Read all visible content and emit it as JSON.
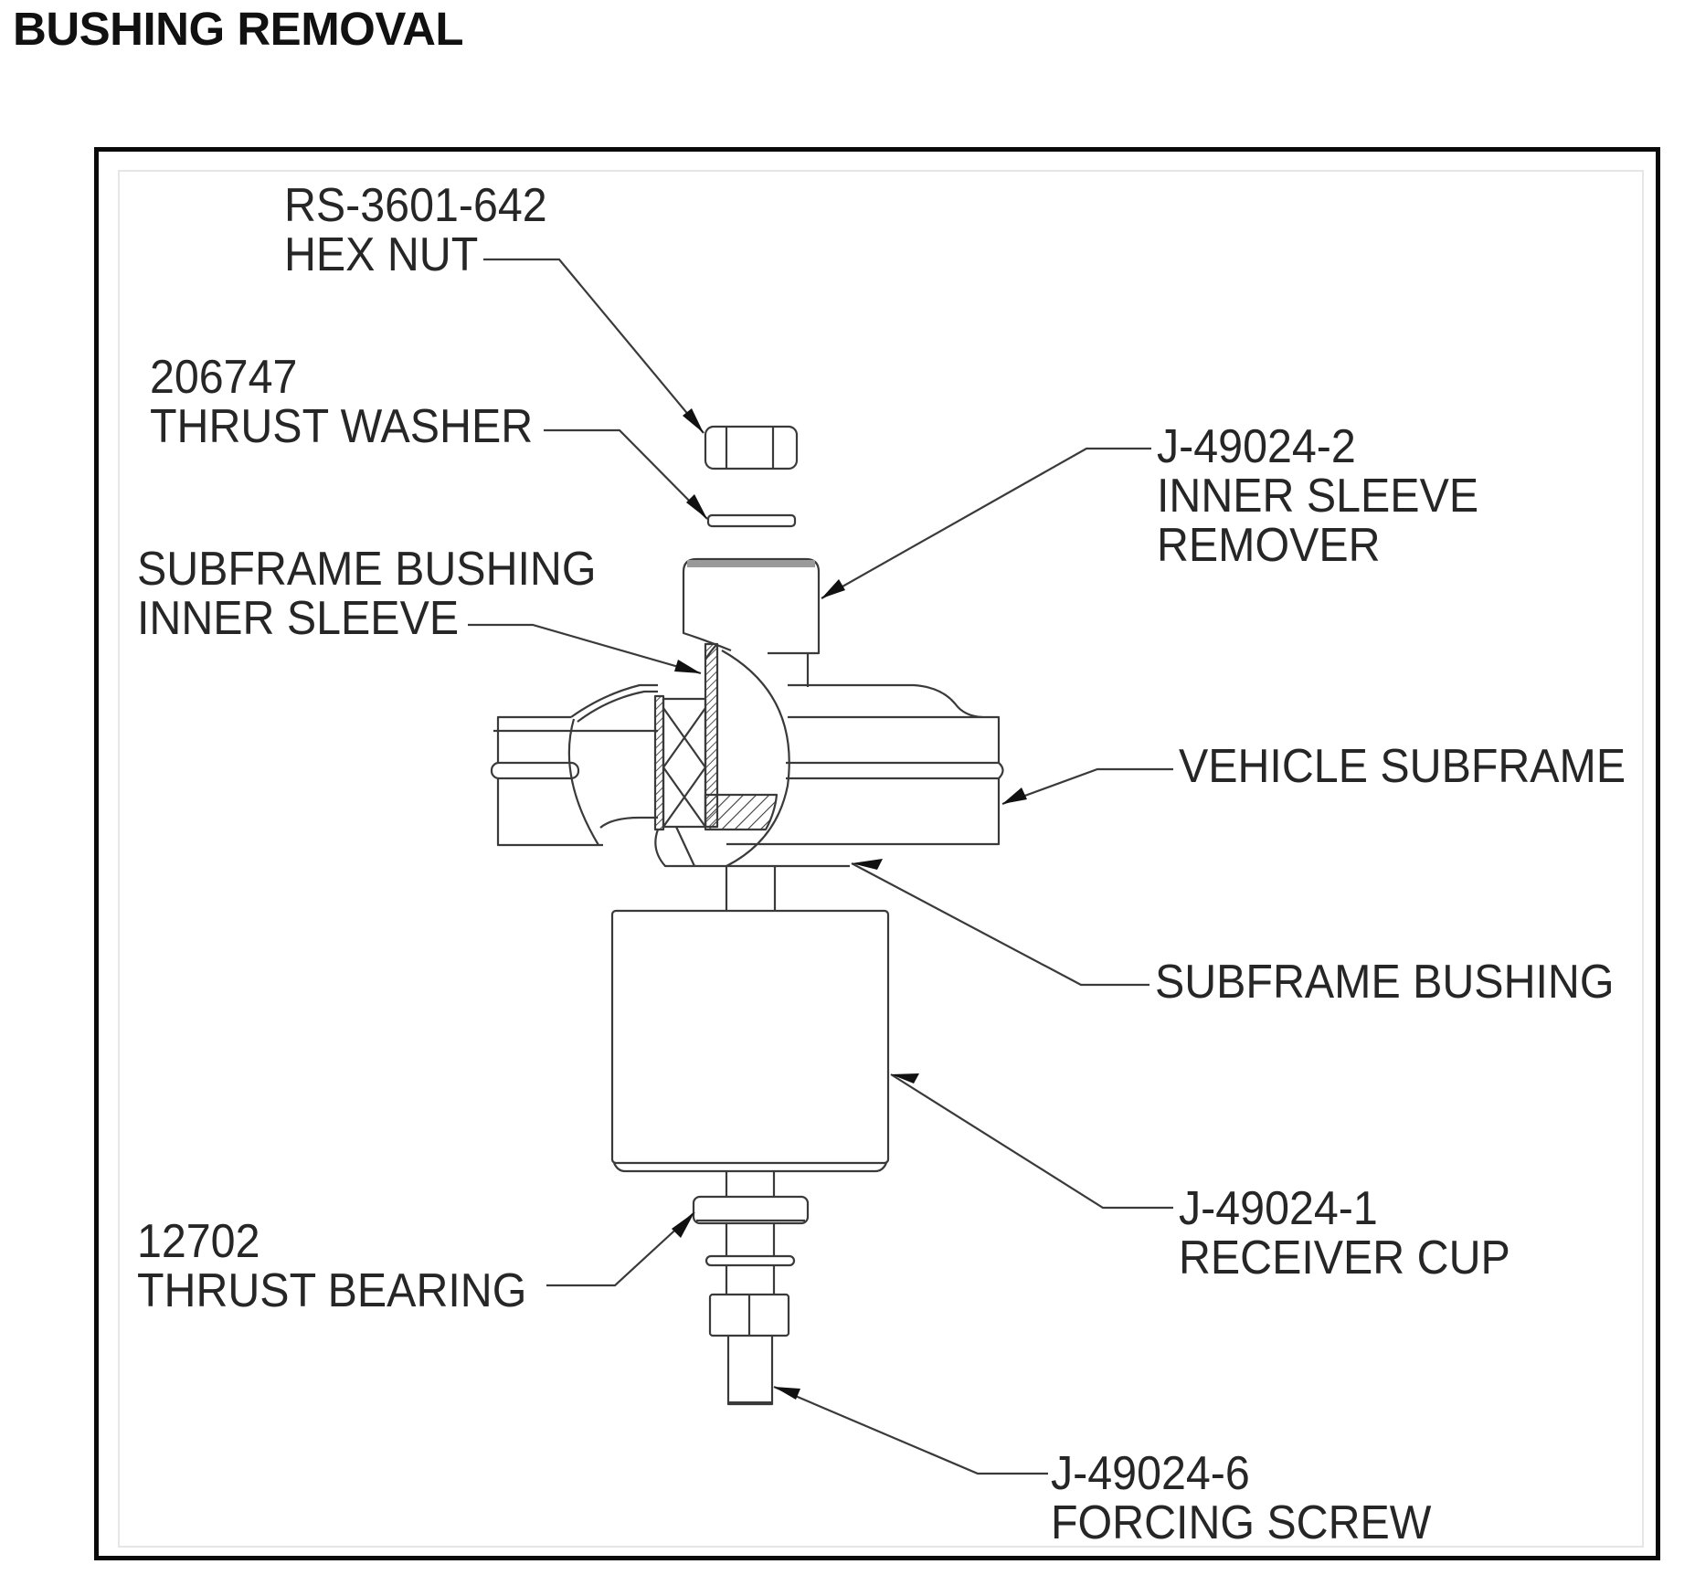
{
  "page": {
    "title": "BUSHING REMOVAL"
  },
  "diagram": {
    "type": "exploded-assembly",
    "callouts": {
      "hex_nut": {
        "part_number": "RS-3601-642",
        "name": "HEX NUT"
      },
      "thrust_washer": {
        "part_number": "206747",
        "name": "THRUST WASHER"
      },
      "inner_sleeve": {
        "line1": "SUBFRAME BUSHING",
        "line2": "INNER SLEEVE"
      },
      "inner_sleeve_remover": {
        "part_number": "J-49024-2",
        "line1": "INNER SLEEVE",
        "line2": "REMOVER"
      },
      "vehicle_subframe": {
        "name": "VEHICLE SUBFRAME"
      },
      "subframe_bushing": {
        "name": "SUBFRAME BUSHING"
      },
      "receiver_cup": {
        "part_number": "J-49024-1",
        "name": "RECEIVER CUP"
      },
      "thrust_bearing": {
        "part_number": "12702",
        "name": "THRUST BEARING"
      },
      "forcing_screw": {
        "part_number": "J-49024-6",
        "name": "FORCING SCREW"
      }
    },
    "colors": {
      "line": "#3a3a3a",
      "text": "#262626",
      "frame": "#0a0a0a"
    }
  }
}
